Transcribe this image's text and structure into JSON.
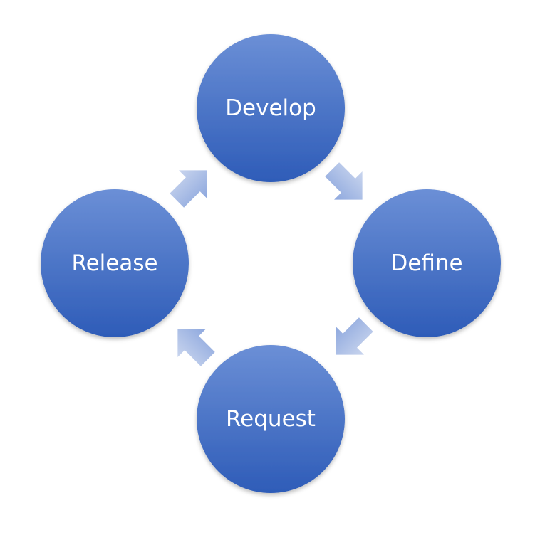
{
  "diagram": {
    "type": "cycle",
    "nodes": [
      {
        "id": "develop",
        "label": "Develop"
      },
      {
        "id": "define",
        "label": "Define"
      },
      {
        "id": "request",
        "label": "Request"
      },
      {
        "id": "release",
        "label": "Release"
      }
    ],
    "edges": [
      {
        "from": "develop",
        "to": "define"
      },
      {
        "from": "define",
        "to": "request"
      },
      {
        "from": "request",
        "to": "release"
      },
      {
        "from": "release",
        "to": "develop"
      }
    ]
  },
  "colors": {
    "node_top": "#6b8fd6",
    "node_bottom": "#2e5cb8",
    "arrow_top": "#c9d5ee",
    "arrow_bottom": "#8ea8de"
  }
}
